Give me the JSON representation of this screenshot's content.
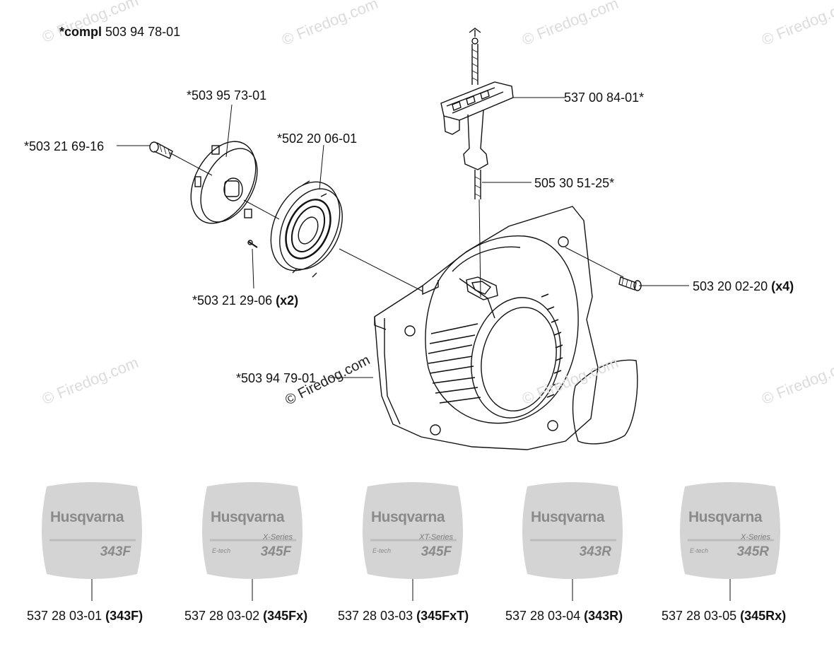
{
  "header_label": {
    "prefix": "*compl",
    "number": "503 94 78-01"
  },
  "parts": {
    "pulley": "*503 95 73-01",
    "spring": "*502 20 06-01",
    "pulley_screw": "*503 21 69-16",
    "spring_screw": {
      "number": "*503 21 29-06",
      "qty": "(x2)"
    },
    "handle": "537 00 84-01*",
    "rope": "505 30 51-25*",
    "cover_screw": {
      "number": "503 20 02-20",
      "qty": "(x4)"
    },
    "housing": "*503 94 79-01"
  },
  "watermark": "© Firedog.com",
  "decals": [
    {
      "brand": "Husqvarna",
      "series": "",
      "estart": "",
      "model": "343F",
      "number": "537 28 03-01",
      "variant": "(343F)"
    },
    {
      "brand": "Husqvarna",
      "series": "X-Series",
      "estart": "E-tech",
      "model": "345F",
      "number": "537 28 03-02",
      "variant": "(345Fx)"
    },
    {
      "brand": "Husqvarna",
      "series": "XT-Series",
      "estart": "E-tech",
      "model": "345F",
      "number": "537 28 03-03",
      "variant": "(345FxT)"
    },
    {
      "brand": "Husqvarna",
      "series": "",
      "estart": "",
      "model": "343R",
      "number": "537 28 03-04",
      "variant": "(343R)"
    },
    {
      "brand": "Husqvarna",
      "series": "X-Series",
      "estart": "E-tech",
      "model": "345R",
      "number": "537 28 03-05",
      "variant": "(345Rx)"
    }
  ]
}
